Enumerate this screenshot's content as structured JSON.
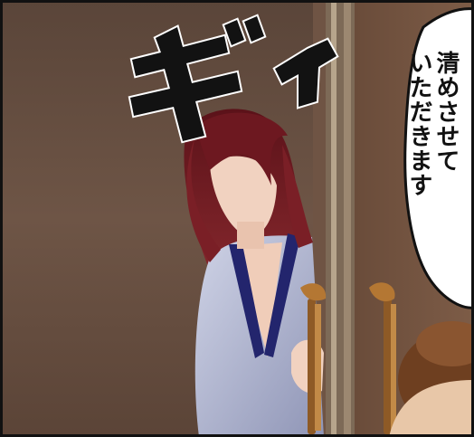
{
  "sfx": {
    "text": "ギィ"
  },
  "speech_bubble": {
    "lines": [
      "清めさせて",
      "いただきます"
    ]
  },
  "colors": {
    "wall": "#6e5546",
    "door": "#5a4335",
    "door_frame": "#8a7a66",
    "hair": "#7a1f26",
    "robe": "#b8bdd6",
    "collar": "#22256a",
    "skin": "#f1d2c0",
    "handle": "#a66a2e"
  },
  "icons": [
    "door-handle-icon"
  ]
}
